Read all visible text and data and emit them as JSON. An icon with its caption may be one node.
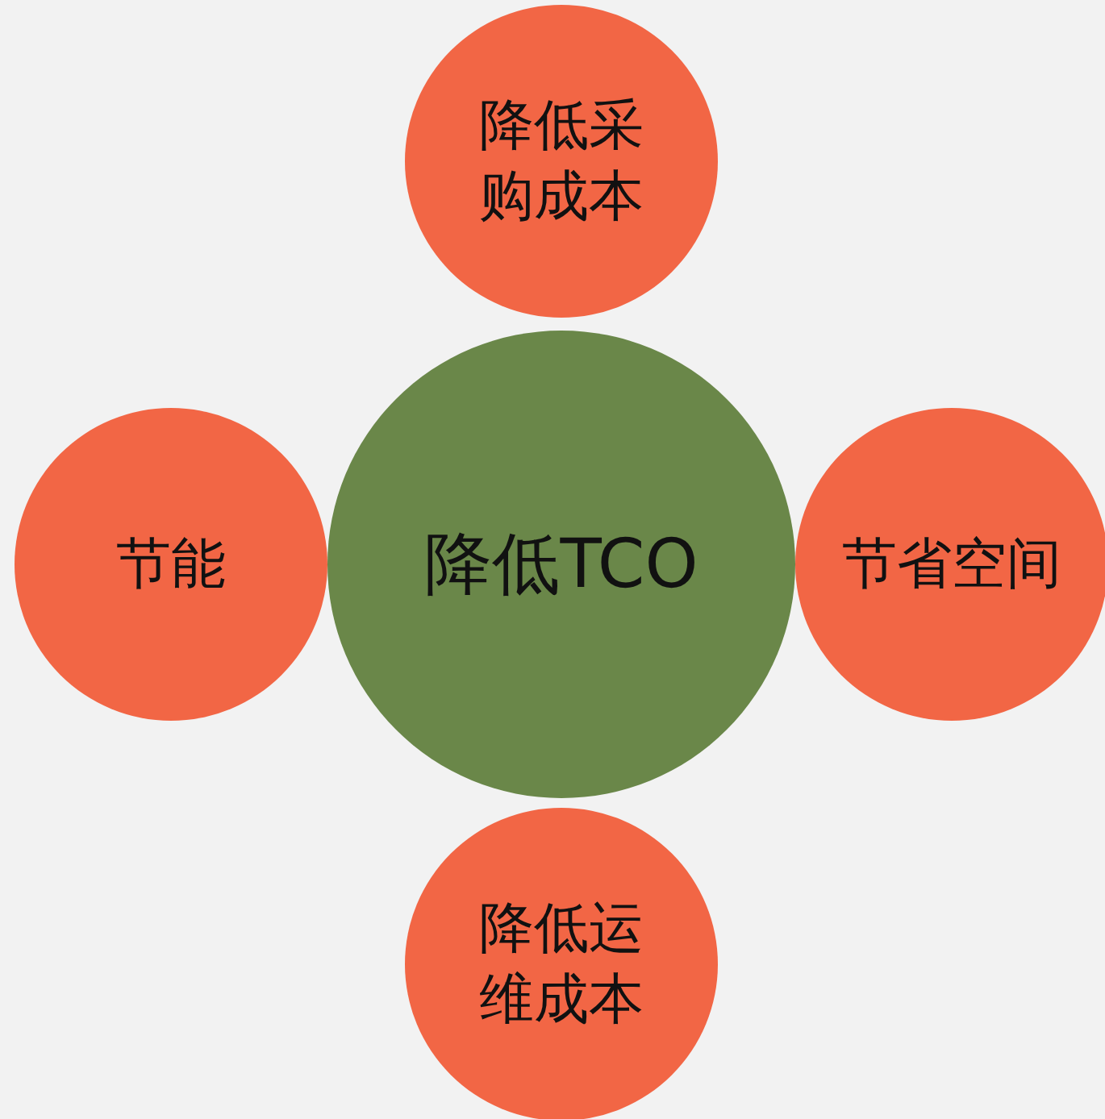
{
  "diagram": {
    "nodes": [
      {
        "text": [
          "降低采购成本"
        ]
      },
      {
        "text": [
          "节能"
        ]
      },
      {
        "text": [
          "降低TCO"
        ]
      },
      {
        "text": [
          "节省空间"
        ]
      },
      {
        "text": [
          "降低运维成本"
        ]
      }
    ]
  }
}
